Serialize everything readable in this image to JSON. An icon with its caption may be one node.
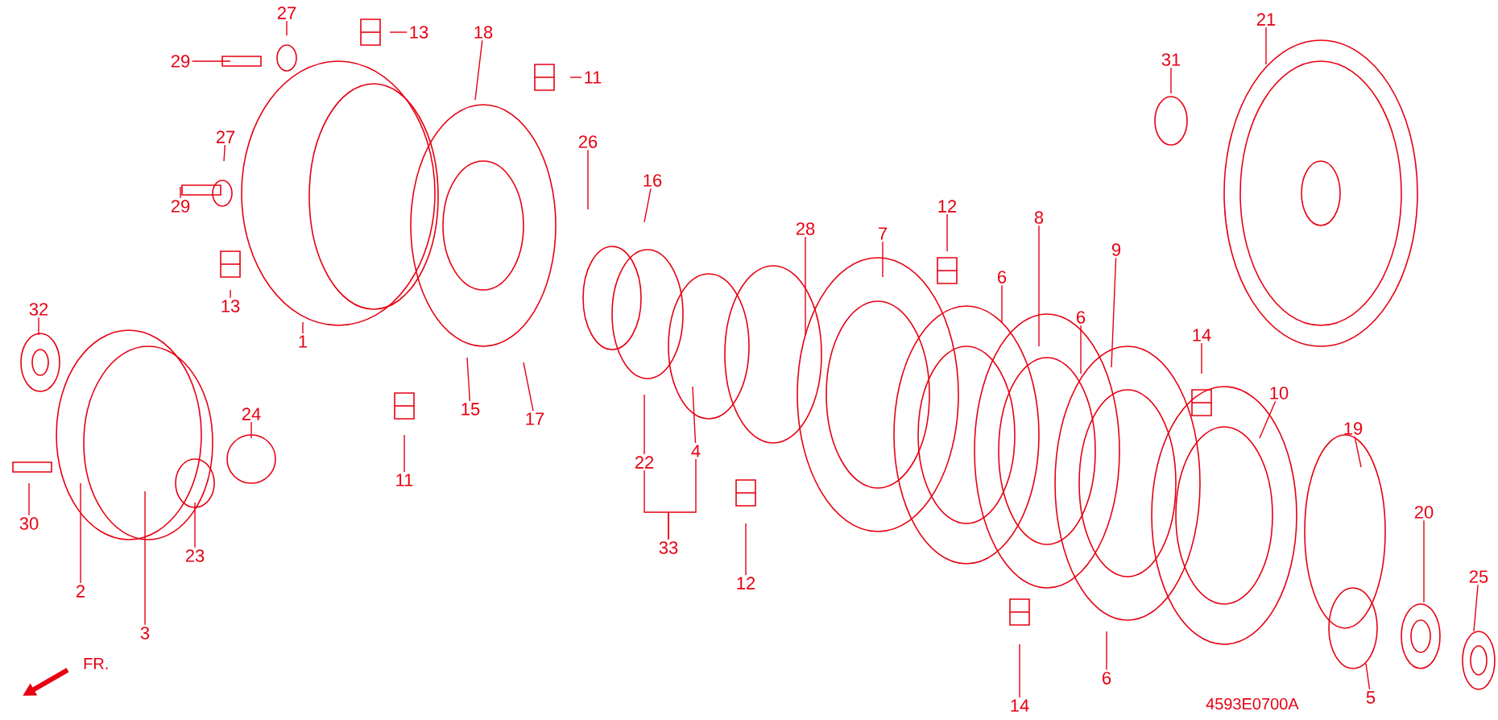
{
  "diagram": {
    "nodes": [
      {
        "text": [
          "27"
        ]
      },
      {
        "text": [
          "29"
        ]
      },
      {
        "text": [
          "13"
        ]
      },
      {
        "text": [
          "18"
        ]
      },
      {
        "text": [
          "11"
        ]
      },
      {
        "text": [
          "27"
        ]
      },
      {
        "text": [
          "29"
        ]
      },
      {
        "text": [
          "26"
        ]
      },
      {
        "text": [
          "16"
        ]
      },
      {
        "text": [
          "28"
        ]
      },
      {
        "text": [
          "7"
        ]
      },
      {
        "text": [
          "12"
        ]
      },
      {
        "text": [
          "6"
        ]
      },
      {
        "text": [
          "8"
        ]
      },
      {
        "text": [
          "9"
        ]
      },
      {
        "text": [
          "6"
        ]
      },
      {
        "text": [
          "31"
        ]
      },
      {
        "text": [
          "21"
        ]
      },
      {
        "text": [
          "13"
        ]
      },
      {
        "text": [
          "1"
        ]
      },
      {
        "text": [
          "15"
        ]
      },
      {
        "text": [
          "17"
        ]
      },
      {
        "text": [
          "32"
        ]
      },
      {
        "text": [
          "24"
        ]
      },
      {
        "text": [
          "14"
        ]
      },
      {
        "text": [
          "10"
        ]
      },
      {
        "text": [
          "19"
        ]
      },
      {
        "text": [
          "11"
        ]
      },
      {
        "text": [
          "23"
        ]
      },
      {
        "text": [
          "30"
        ]
      },
      {
        "text": [
          "2"
        ]
      },
      {
        "text": [
          "3"
        ]
      },
      {
        "text": [
          "22"
        ]
      },
      {
        "text": [
          "4"
        ]
      },
      {
        "text": [
          "33"
        ]
      },
      {
        "text": [
          "12"
        ]
      },
      {
        "text": [
          "20"
        ]
      },
      {
        "text": [
          "25"
        ]
      },
      {
        "text": [
          "6"
        ]
      },
      {
        "text": [
          "14"
        ]
      },
      {
        "text": [
          "5"
        ]
      }
    ],
    "edges": [
      {
        "from": 0,
        "to": null,
        "arrow": "none"
      },
      {
        "from": 1,
        "to": null,
        "arrow": "none"
      },
      {
        "from": 2,
        "to": null,
        "arrow": "none"
      },
      {
        "from": 3,
        "to": null,
        "arrow": "none"
      },
      {
        "from": 4,
        "to": null,
        "arrow": "none"
      },
      {
        "from": 5,
        "to": null,
        "arrow": "none"
      },
      {
        "from": 6,
        "to": null,
        "arrow": "none"
      },
      {
        "from": 7,
        "to": null,
        "arrow": "none"
      },
      {
        "from": 8,
        "to": null,
        "arrow": "none"
      },
      {
        "from": 9,
        "to": null,
        "arrow": "none"
      },
      {
        "from": 10,
        "to": null,
        "arrow": "none"
      },
      {
        "from": 11,
        "to": null,
        "arrow": "none"
      },
      {
        "from": 12,
        "to": null,
        "arrow": "none"
      },
      {
        "from": 13,
        "to": null,
        "arrow": "none"
      },
      {
        "from": 14,
        "to": null,
        "arrow": "none"
      },
      {
        "from": 15,
        "to": null,
        "arrow": "none"
      },
      {
        "from": 16,
        "to": null,
        "arrow": "none"
      },
      {
        "from": 17,
        "to": null,
        "arrow": "none"
      },
      {
        "from": 18,
        "to": null,
        "arrow": "none"
      },
      {
        "from": 19,
        "to": null,
        "arrow": "none"
      },
      {
        "from": 20,
        "to": null,
        "arrow": "none"
      },
      {
        "from": 21,
        "to": null,
        "arrow": "none"
      },
      {
        "from": 22,
        "to": null,
        "arrow": "none"
      },
      {
        "from": 23,
        "to": null,
        "arrow": "none"
      },
      {
        "from": 24,
        "to": null,
        "arrow": "none"
      },
      {
        "from": 25,
        "to": null,
        "arrow": "none"
      },
      {
        "from": 26,
        "to": null,
        "arrow": "none"
      },
      {
        "from": 27,
        "to": null,
        "arrow": "none"
      },
      {
        "from": 28,
        "to": null,
        "arrow": "none"
      },
      {
        "from": 29,
        "to": null,
        "arrow": "none"
      },
      {
        "from": 30,
        "to": null,
        "arrow": "none"
      },
      {
        "from": 31,
        "to": null,
        "arrow": "none"
      },
      {
        "from": 32,
        "to": null,
        "arrow": "none"
      },
      {
        "from": 33,
        "to": null,
        "arrow": "none"
      },
      {
        "from": 34,
        "to": 32,
        "arrow": "none"
      },
      {
        "from": 34,
        "to": 33,
        "arrow": "none"
      },
      {
        "from": 35,
        "to": null,
        "arrow": "none"
      },
      {
        "from": 36,
        "to": null,
        "arrow": "none"
      },
      {
        "from": 37,
        "to": null,
        "arrow": "none"
      },
      {
        "from": 38,
        "to": null,
        "arrow": "none"
      },
      {
        "from": 39,
        "to": null,
        "arrow": "none"
      },
      {
        "from": 40,
        "to": null,
        "arrow": "none"
      }
    ],
    "labels": [
      "FR.",
      "4593E0700A"
    ]
  }
}
